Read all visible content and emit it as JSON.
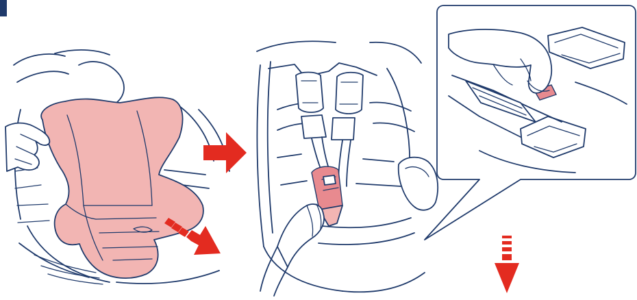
{
  "colors": {
    "line": "#1f3a6b",
    "insert_pink": "#f2b5b3",
    "buckle_pink": "#e88a8f",
    "arrow_red": "#e32b20",
    "corner_marker": "#1f3a6b"
  },
  "steps": [
    {
      "id": 1,
      "depicts": "seat-insert-removal",
      "arrow_direction": "down-right"
    },
    {
      "id": 2,
      "depicts": "buckle-release",
      "arrow_direction": "right"
    },
    {
      "id": 3,
      "depicts": "buckle-detail-callout",
      "arrow_direction": "down"
    }
  ],
  "icons": [
    "corner-marker-icon",
    "step-arrow-icon",
    "pull-arrow-icon",
    "down-arrow-icon",
    "hand-icon",
    "buckle-icon"
  ]
}
